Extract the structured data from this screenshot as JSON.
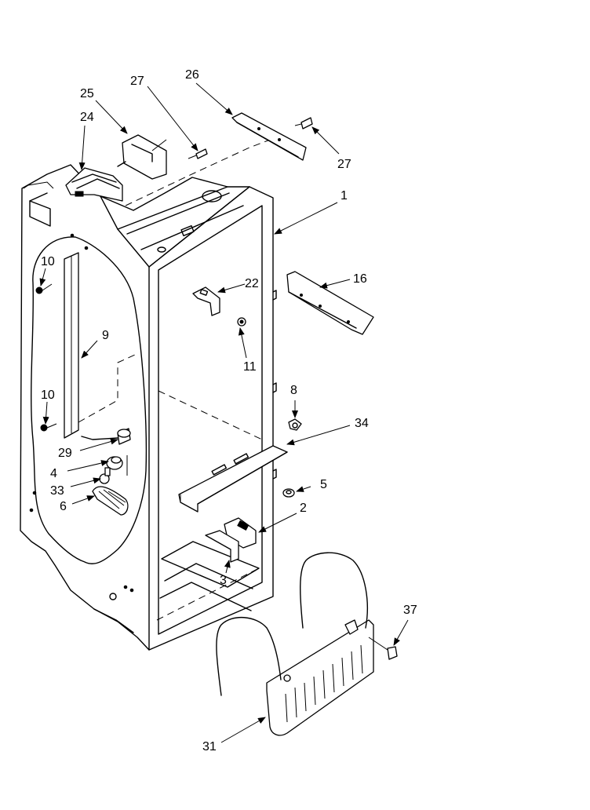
{
  "callouts": [
    {
      "id": "c1",
      "text": "1"
    },
    {
      "id": "c2",
      "text": "2"
    },
    {
      "id": "c3",
      "text": "3"
    },
    {
      "id": "c4",
      "text": "4"
    },
    {
      "id": "c5",
      "text": "5"
    },
    {
      "id": "c6",
      "text": "6"
    },
    {
      "id": "c8",
      "text": "8"
    },
    {
      "id": "c9",
      "text": "9"
    },
    {
      "id": "c10a",
      "text": "10"
    },
    {
      "id": "c10b",
      "text": "10"
    },
    {
      "id": "c11",
      "text": "11"
    },
    {
      "id": "c16",
      "text": "16"
    },
    {
      "id": "c22",
      "text": "22"
    },
    {
      "id": "c24",
      "text": "24"
    },
    {
      "id": "c25",
      "text": "25"
    },
    {
      "id": "c26",
      "text": "26"
    },
    {
      "id": "c27a",
      "text": "27"
    },
    {
      "id": "c27b",
      "text": "27"
    },
    {
      "id": "c29",
      "text": "29"
    },
    {
      "id": "c31",
      "text": "31"
    },
    {
      "id": "c33",
      "text": "33"
    },
    {
      "id": "c34",
      "text": "34"
    },
    {
      "id": "c37",
      "text": "37"
    }
  ]
}
